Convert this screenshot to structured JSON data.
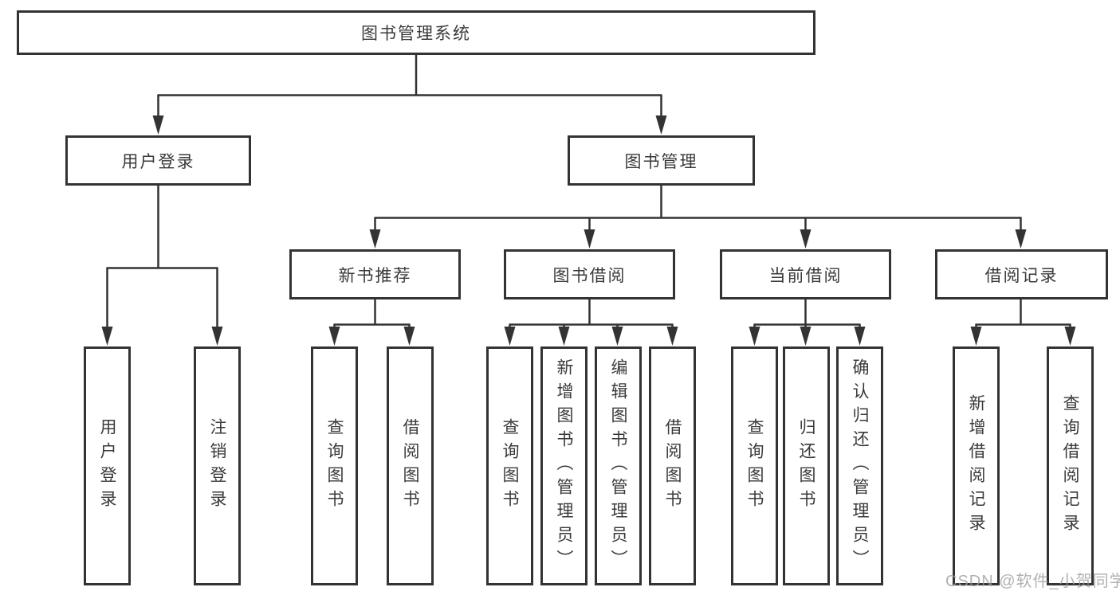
{
  "diagram": {
    "title": "图书管理系统",
    "root": {
      "label": "图书管理系统"
    },
    "level2": [
      {
        "label": "用户登录"
      },
      {
        "label": "图书管理"
      }
    ],
    "level3": [
      {
        "label": "新书推荐",
        "parent": "图书管理"
      },
      {
        "label": "图书借阅",
        "parent": "图书管理"
      },
      {
        "label": "当前借阅",
        "parent": "图书管理"
      },
      {
        "label": "借阅记录",
        "parent": "图书管理"
      }
    ],
    "leaves": [
      {
        "label": "用户登录",
        "parent": "用户登录"
      },
      {
        "label": "注销登录",
        "parent": "用户登录"
      },
      {
        "label": "查询图书",
        "parent": "新书推荐"
      },
      {
        "label": "借阅图书",
        "parent": "新书推荐"
      },
      {
        "label": "查询图书",
        "parent": "图书借阅"
      },
      {
        "label": "新增图书（管理员）",
        "parent": "图书借阅"
      },
      {
        "label": "编辑图书（管理员）",
        "parent": "图书借阅"
      },
      {
        "label": "借阅图书",
        "parent": "图书借阅"
      },
      {
        "label": "查询图书",
        "parent": "当前借阅"
      },
      {
        "label": "归还图书",
        "parent": "当前借阅"
      },
      {
        "label": "确认归还（管理员）",
        "parent": "当前借阅"
      },
      {
        "label": "新增借阅记录",
        "parent": "借阅记录"
      },
      {
        "label": "查询借阅记录",
        "parent": "借阅记录"
      }
    ]
  },
  "watermark": {
    "text": "CSDN @软件_小贺同学"
  },
  "colors": {
    "line": "#333333",
    "box_border": "#333333",
    "text": "#3a3a3a",
    "watermark": "#9e9e9e",
    "background": "#ffffff"
  }
}
